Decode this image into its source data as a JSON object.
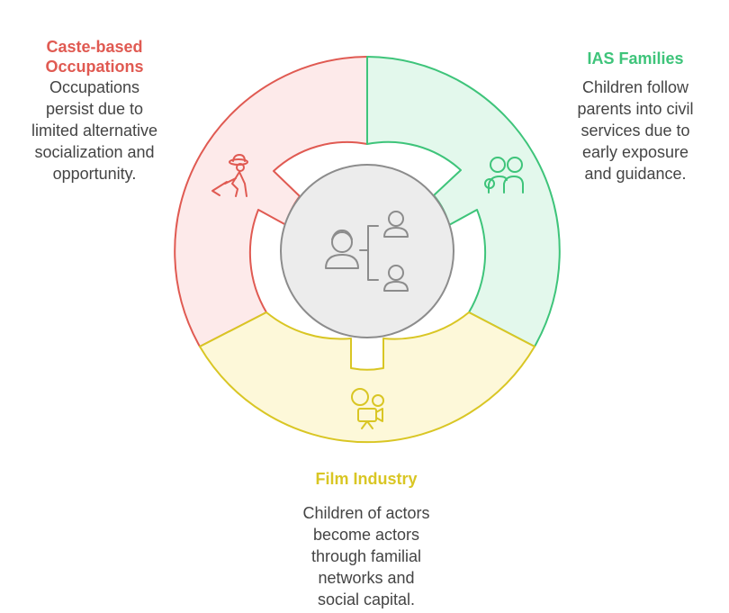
{
  "segments": [
    {
      "id": "caste",
      "title": "Caste-based\nOccupations",
      "description": "Occupations\npersist due to\nlimited alternative\nsocialization and\nopportunity.",
      "color": "#e05a52",
      "fill": "#fdeaea",
      "icon": "farmer-icon"
    },
    {
      "id": "ias",
      "title": "IAS Families",
      "description": "Children follow\nparents into civil\nservices due to\nearly exposure\nand guidance.",
      "color": "#3ec47a",
      "fill": "#e3f8ec",
      "icon": "people-group-icon"
    },
    {
      "id": "film",
      "title": "Film Industry",
      "description": "Children of actors\nbecome actors\nthrough familial\nnetworks and\nsocial capital.",
      "color": "#d9c624",
      "fill": "#fdf8d9",
      "icon": "film-camera-icon"
    }
  ],
  "center": {
    "icon": "parent-children-icon",
    "color": "#8c8c8c",
    "fill": "#ececec"
  }
}
